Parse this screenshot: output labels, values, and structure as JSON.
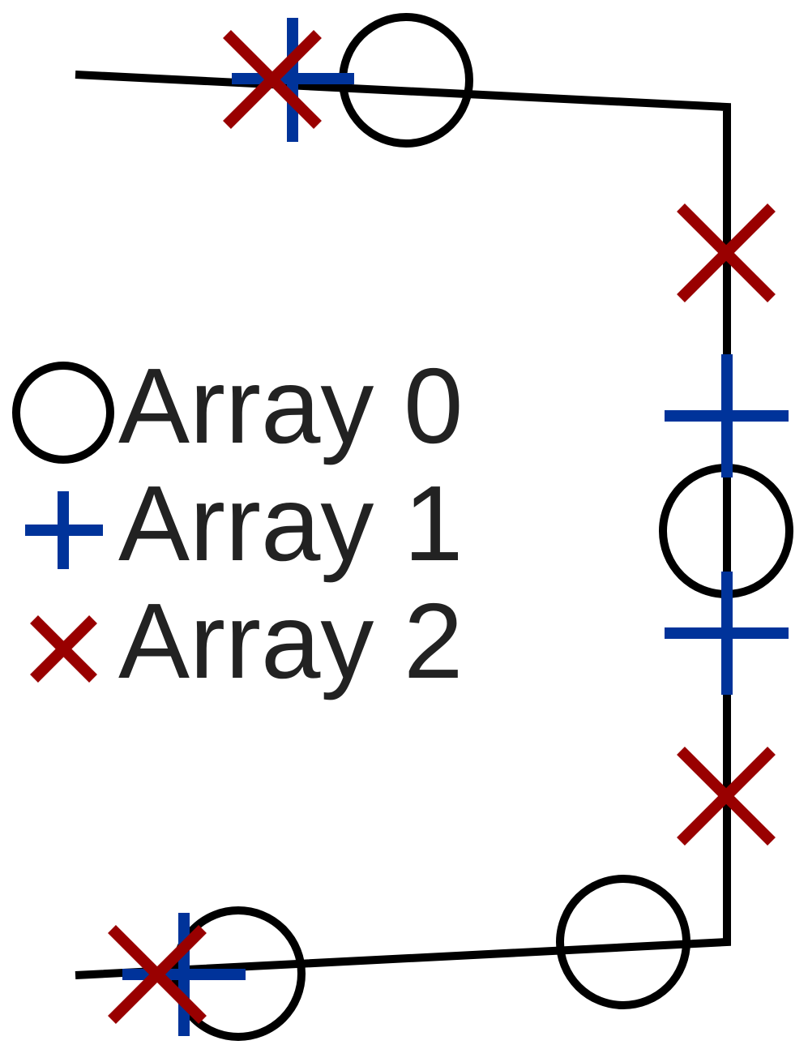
{
  "colors": {
    "path": "#000000",
    "legend_text": "#222222"
  },
  "legend": [
    {
      "label": "Array 0",
      "marker": "circle-icon",
      "color": "#000000"
    },
    {
      "label": "Array 1",
      "marker": "plus-icon",
      "color": "#00339a"
    },
    {
      "label": "Array 2",
      "marker": "cross-icon",
      "color": "#990000"
    }
  ]
}
